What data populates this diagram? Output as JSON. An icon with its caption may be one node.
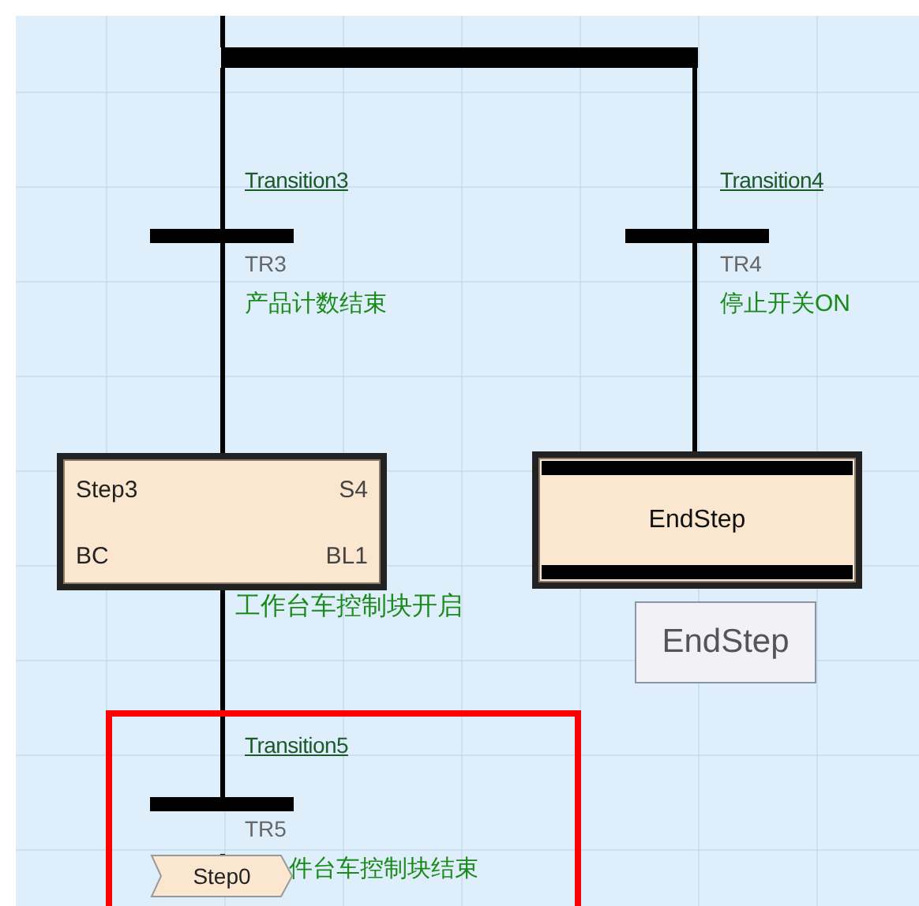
{
  "diagram": {
    "nodes": [
      {
        "text": [],
        "shape": "bar"
      },
      {
        "text": [
          "Transition3",
          "TR3",
          "产品计数结束"
        ]
      },
      {
        "text": [
          "Transition4",
          "TR4",
          "停止开关ON"
        ]
      },
      {
        "text": [
          "Step3",
          "S4",
          "BC",
          "BL1"
        ],
        "beside": [
          "工作台车控制块开启"
        ]
      },
      {
        "text": [
          "EndStep"
        ]
      },
      {
        "text": [
          "EndStep"
        ]
      },
      {
        "text": [],
        "shape": "box"
      },
      {
        "text": [
          "Transition5",
          "TR5",
          "件台车控制块结束"
        ],
        "in": 6
      },
      {
        "text": [
          "Step0"
        ],
        "in": 6
      }
    ],
    "edges": [
      {
        "from": null,
        "to": 0,
        "arrow": "none"
      },
      {
        "from": 0,
        "to": 1,
        "arrow": "none"
      },
      {
        "from": 0,
        "to": 2,
        "arrow": "none"
      },
      {
        "from": 1,
        "to": 3,
        "arrow": "none"
      },
      {
        "from": 2,
        "to": 4,
        "arrow": "none"
      },
      {
        "from": 3,
        "to": 7,
        "arrow": "none"
      },
      {
        "from": 7,
        "to": 8,
        "arrow": "none"
      }
    ]
  }
}
